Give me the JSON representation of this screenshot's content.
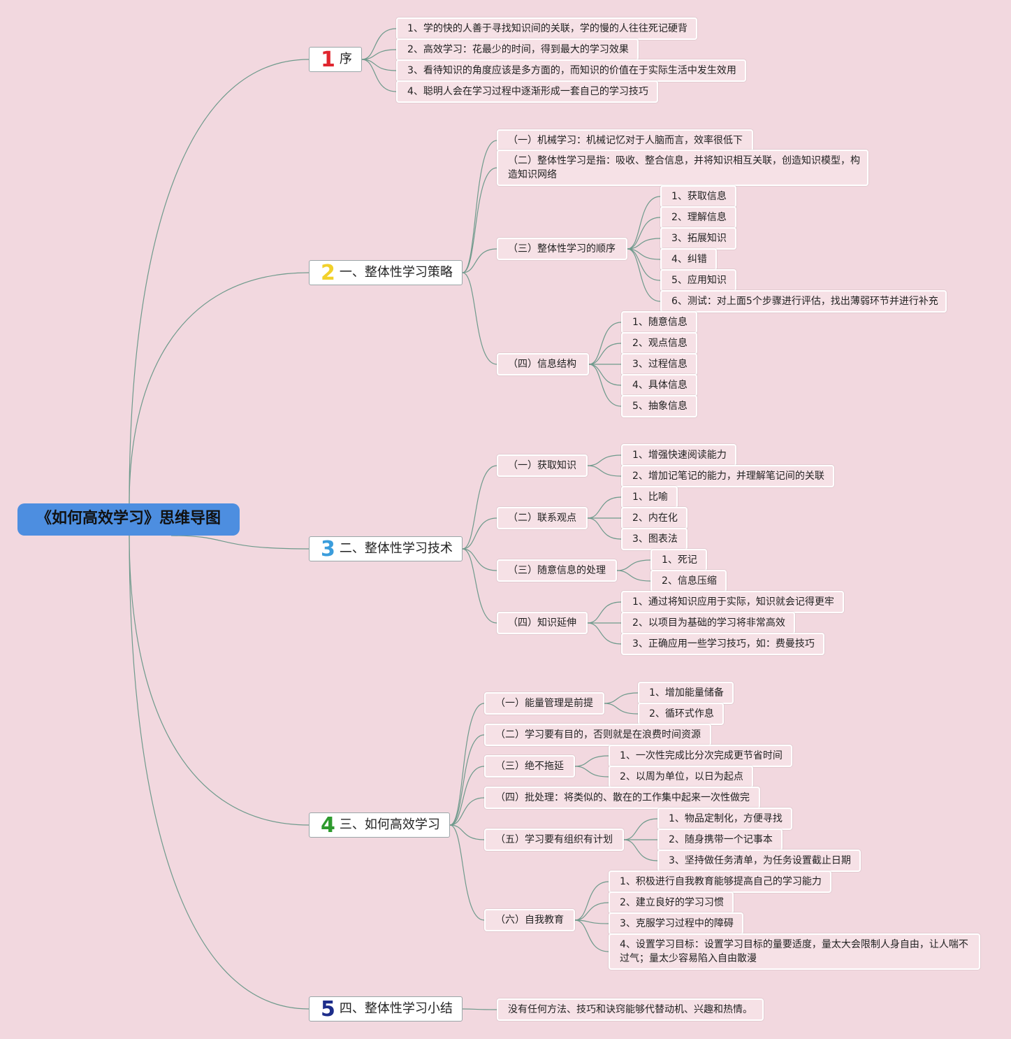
{
  "colors": {
    "background": "#f2d8df",
    "root": "#4d8ee0",
    "connector": "#6f9a8c",
    "num1": "#e0262f",
    "num2": "#f2d12b",
    "num3": "#3b9ddc",
    "num4": "#2e9a2e",
    "num5": "#1d2d8a"
  },
  "root": {
    "label": "《如何高效学习》思维导图"
  },
  "branches": [
    {
      "num": "1",
      "label": "序",
      "children": [
        {
          "label": "1、学的快的人善于寻找知识间的关联，学的慢的人往往死记硬背"
        },
        {
          "label": "2、高效学习：花最少的时间，得到最大的学习效果"
        },
        {
          "label": "3、看待知识的角度应该是多方面的，而知识的价值在于实际生活中发生效用"
        },
        {
          "label": "4、聪明人会在学习过程中逐渐形成一套自己的学习技巧"
        }
      ]
    },
    {
      "num": "2",
      "label": "一、整体性学习策略",
      "children": [
        {
          "label": "（一）机械学习：机械记忆对于人脑而言，效率很低下"
        },
        {
          "label": "（二）整体性学习是指：吸收、整合信息，并将知识相互关联，创造知识模型，构 造知识网络"
        },
        {
          "label": "（三）整体性学习的顺序",
          "children": [
            {
              "label": "1、获取信息"
            },
            {
              "label": "2、理解信息"
            },
            {
              "label": "3、拓展知识"
            },
            {
              "label": "4、纠错"
            },
            {
              "label": "5、应用知识"
            },
            {
              "label": "6、测试：对上面5个步骤进行评估，找出薄弱环节并进行补充"
            }
          ]
        },
        {
          "label": "（四）信息结构",
          "children": [
            {
              "label": "1、随意信息"
            },
            {
              "label": "2、观点信息"
            },
            {
              "label": "3、过程信息"
            },
            {
              "label": "4、具体信息"
            },
            {
              "label": "5、抽象信息"
            }
          ]
        }
      ]
    },
    {
      "num": "3",
      "label": "二、整体性学习技术",
      "children": [
        {
          "label": "（一）获取知识",
          "children": [
            {
              "label": "1、增强快速阅读能力"
            },
            {
              "label": "2、增加记笔记的能力，并理解笔记间的关联"
            }
          ]
        },
        {
          "label": "（二）联系观点",
          "children": [
            {
              "label": "1、比喻"
            },
            {
              "label": "2、内在化"
            },
            {
              "label": "3、图表法"
            }
          ]
        },
        {
          "label": "（三）随意信息的处理",
          "children": [
            {
              "label": "1、死记"
            },
            {
              "label": "2、信息压缩"
            }
          ]
        },
        {
          "label": "（四）知识延伸",
          "children": [
            {
              "label": "1、通过将知识应用于实际，知识就会记得更牢"
            },
            {
              "label": "2、以项目为基础的学习将非常高效"
            },
            {
              "label": "3、正确应用一些学习技巧，如：费曼技巧"
            }
          ]
        }
      ]
    },
    {
      "num": "4",
      "label": "三、如何高效学习",
      "children": [
        {
          "label": "（一）能量管理是前提",
          "children": [
            {
              "label": "1、增加能量储备"
            },
            {
              "label": "2、循环式作息"
            }
          ]
        },
        {
          "label": "（二）学习要有目的，否则就是在浪费时间资源"
        },
        {
          "label": "（三）绝不拖延",
          "children": [
            {
              "label": "1、一次性完成比分次完成更节省时间"
            },
            {
              "label": "2、以周为单位，以日为起点"
            }
          ]
        },
        {
          "label": "（四）批处理：将类似的、散在的工作集中起来一次性做完"
        },
        {
          "label": "（五）学习要有组织有计划",
          "children": [
            {
              "label": "1、物品定制化，方便寻找"
            },
            {
              "label": "2、随身携带一个记事本"
            },
            {
              "label": "3、坚持做任务清单，为任务设置截止日期"
            }
          ]
        },
        {
          "label": "（六）自我教育",
          "children": [
            {
              "label": "1、积极进行自我教育能够提高自己的学习能力"
            },
            {
              "label": "2、建立良好的学习习惯"
            },
            {
              "label": "3、克服学习过程中的障碍"
            },
            {
              "label": "4、设置学习目标：设置学习目标的量要适度，量太大会限制人身自由，让人喘不过气；量太少容易陷入自由散漫"
            }
          ]
        }
      ]
    },
    {
      "num": "5",
      "label": "四、整体性学习小结",
      "children": [
        {
          "label": "没有任何方法、技巧和诀窍能够代替动机、兴趣和热情。"
        }
      ]
    }
  ]
}
